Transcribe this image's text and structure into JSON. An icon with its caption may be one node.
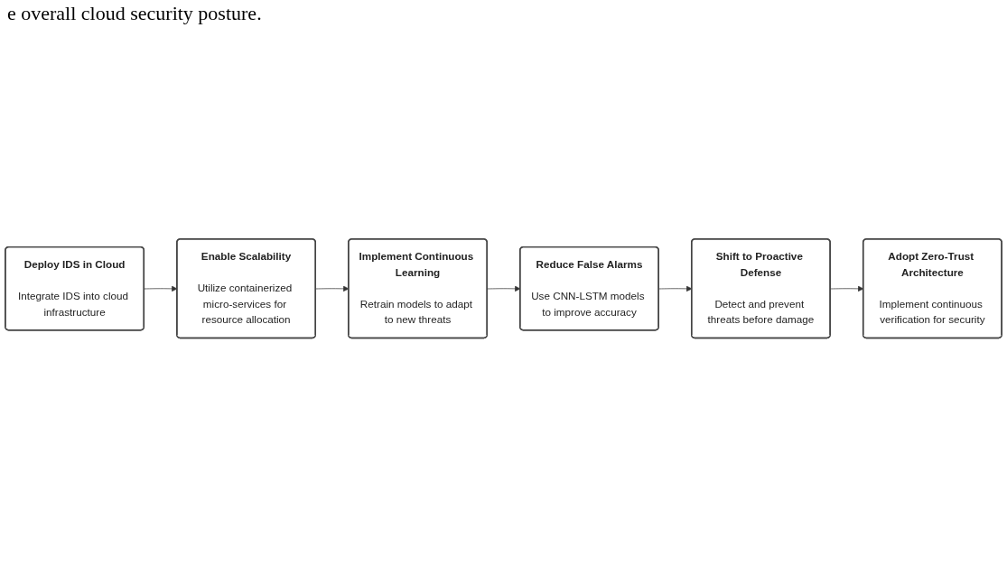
{
  "diagram": {
    "nodes": [
      {
        "text": [
          "Deploy IDS in Cloud",
          "Integrate IDS into cloud infrastructure"
        ]
      },
      {
        "text": [
          "Enable Scalability",
          "Utilize containerized micro-services for resource allocation"
        ]
      },
      {
        "text": [
          "Implement Continuous Learning",
          "Retrain models to adapt to new threats"
        ]
      },
      {
        "text": [
          "Reduce False Alarms",
          "Use CNN-LSTM models to improve accuracy"
        ]
      },
      {
        "text": [
          "Shift to Proactive Defense",
          "Detect and prevent threats before damage"
        ]
      },
      {
        "text": [
          "Adopt Zero-Trust Architecture",
          "Implement continuous verification for security"
        ]
      }
    ],
    "edges": [
      {
        "from": 0,
        "to": 1,
        "arrow": "to"
      },
      {
        "from": 1,
        "to": 2,
        "arrow": "to"
      },
      {
        "from": 2,
        "to": 3,
        "arrow": "to"
      },
      {
        "from": 3,
        "to": 4,
        "arrow": "to"
      },
      {
        "from": 4,
        "to": 5,
        "arrow": "to"
      }
    ],
    "labels": [
      "e overall cloud security posture."
    ]
  }
}
